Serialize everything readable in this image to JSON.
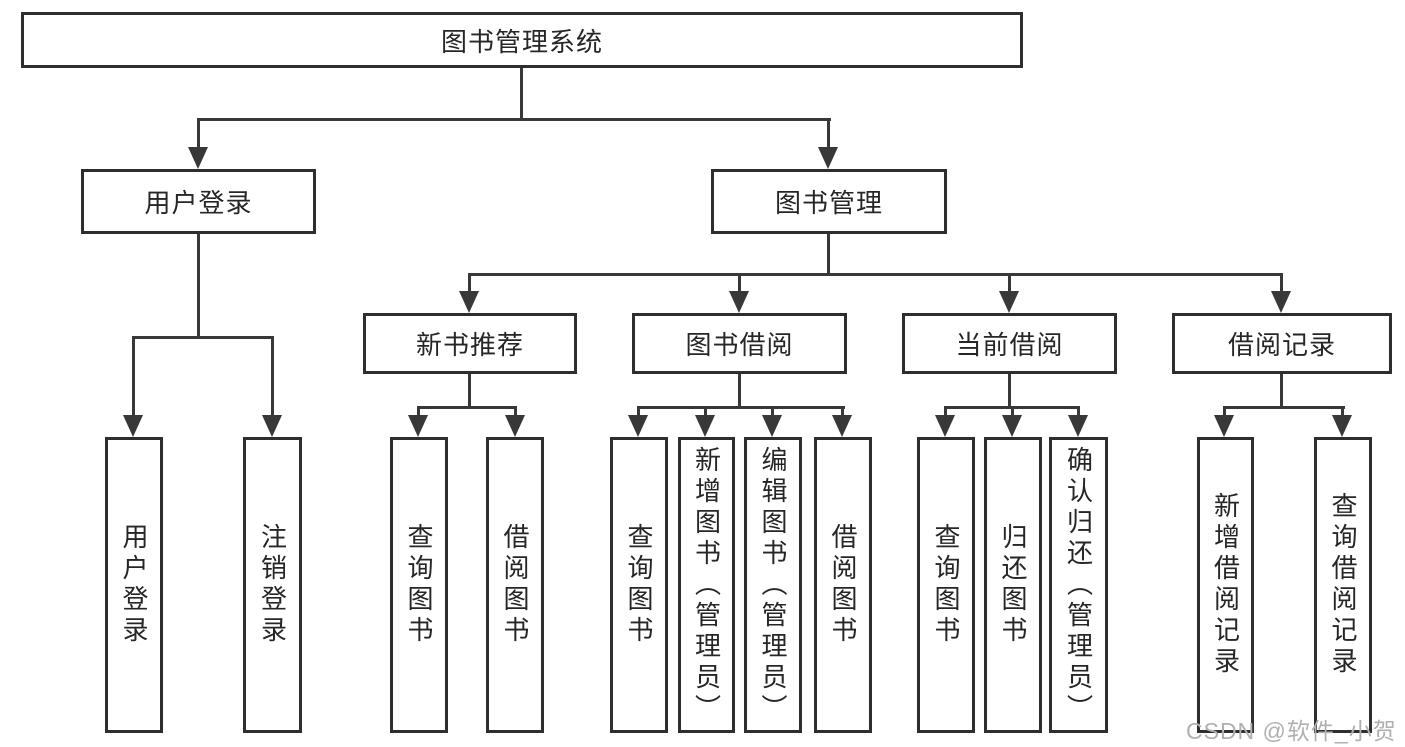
{
  "diagram_title": "图书管理系统",
  "tree": {
    "label": "图书管理系统",
    "children": [
      {
        "label": "用户登录",
        "children": [
          {
            "label": "用户登录"
          },
          {
            "label": "注销登录"
          }
        ]
      },
      {
        "label": "图书管理",
        "children": [
          {
            "label": "新书推荐",
            "children": [
              {
                "label": "查询图书"
              },
              {
                "label": "借阅图书"
              }
            ]
          },
          {
            "label": "图书借阅",
            "children": [
              {
                "label": "查询图书"
              },
              {
                "label": "新增图书（管理员）"
              },
              {
                "label": "编辑图书（管理员）"
              },
              {
                "label": "借阅图书"
              }
            ]
          },
          {
            "label": "当前借阅",
            "children": [
              {
                "label": "查询图书"
              },
              {
                "label": "归还图书"
              },
              {
                "label": "确认归还（管理员）"
              }
            ]
          },
          {
            "label": "借阅记录",
            "children": [
              {
                "label": "新增借阅记录"
              },
              {
                "label": "查询借阅记录"
              }
            ]
          }
        ]
      }
    ]
  },
  "watermark": "CSDN @软件_小贺同学",
  "colors": {
    "line": "#383838",
    "box_border": "#2e2e2e",
    "text": "#262626",
    "watermark": "#b0b0b0",
    "background": "#ffffff"
  }
}
